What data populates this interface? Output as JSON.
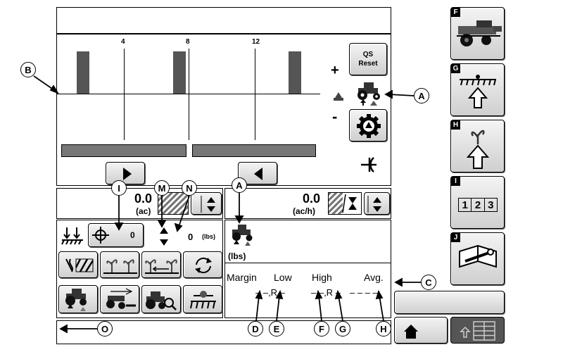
{
  "ruler": {
    "ticks": [
      "4",
      "8",
      "12"
    ]
  },
  "buttons": {
    "qs_reset": "QS Reset"
  },
  "controls": {
    "plus": "+",
    "minus": "-"
  },
  "rates": {
    "left": {
      "value": "0.0",
      "unit": "(ac)"
    },
    "right": {
      "value": "0.0",
      "unit": "(ac/h)"
    }
  },
  "setpoint": {
    "value": "0"
  },
  "weight": {
    "value": "0",
    "unit": "(lbs)"
  },
  "engage": {
    "unit": "(lbs)"
  },
  "stats": {
    "headers": [
      "Margin",
      "Low",
      "High",
      "Avg."
    ],
    "values": [
      "– –,R –",
      "– –,R –",
      "– – – –"
    ]
  },
  "sidebar_keys": [
    "F",
    "G",
    "H",
    "I",
    "J"
  ],
  "numeric_key": "123",
  "callouts": [
    "A",
    "B",
    "C",
    "D",
    "E",
    "F",
    "G",
    "H",
    "I",
    "M",
    "N",
    "O"
  ]
}
